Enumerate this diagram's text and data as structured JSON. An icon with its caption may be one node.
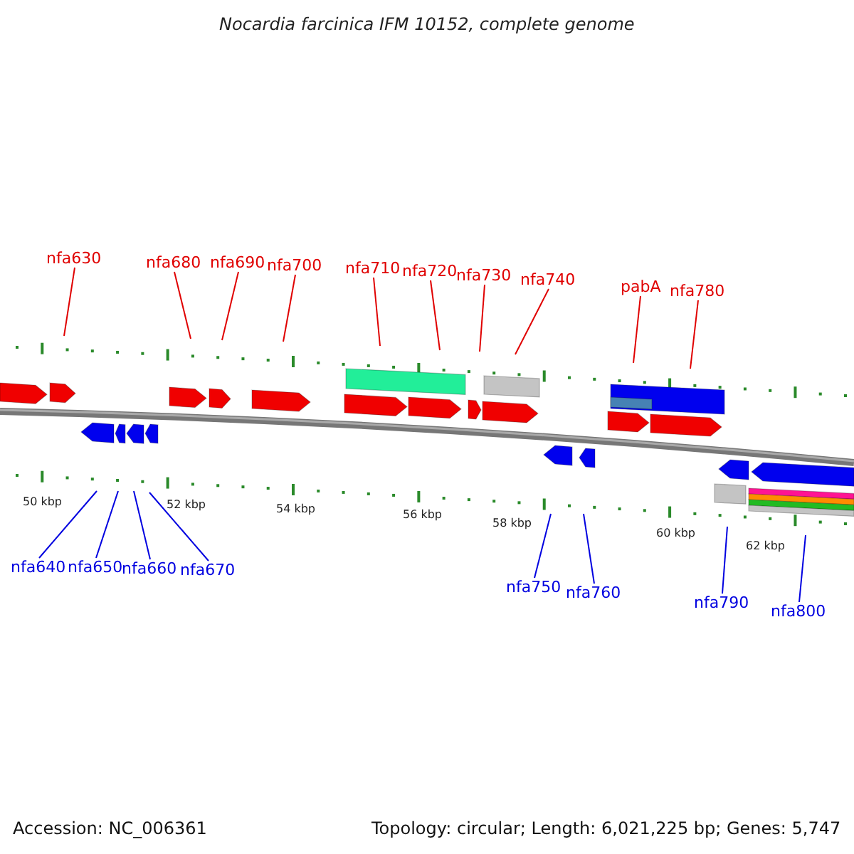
{
  "diagram": {
    "title": "Nocardia farcinica IFM 10152, complete genome",
    "nodes": [
      {
        "text": [
          "nfa630"
        ]
      },
      {
        "text": [
          "nfa680"
        ]
      },
      {
        "text": [
          "nfa690"
        ]
      },
      {
        "text": [
          "nfa700"
        ]
      },
      {
        "text": [
          "nfa710"
        ]
      },
      {
        "text": [
          "nfa720"
        ]
      },
      {
        "text": [
          "nfa730"
        ]
      },
      {
        "text": [
          "nfa740"
        ]
      },
      {
        "text": [
          "pabA"
        ]
      },
      {
        "text": [
          "nfa780"
        ]
      },
      {
        "text": [
          "nfa640"
        ]
      },
      {
        "text": [
          "nfa650"
        ]
      },
      {
        "text": [
          "nfa660"
        ]
      },
      {
        "text": [
          "nfa670"
        ]
      },
      {
        "text": [
          "nfa750"
        ]
      },
      {
        "text": [
          "nfa760"
        ]
      },
      {
        "text": [
          "nfa790"
        ]
      },
      {
        "text": [
          "nfa800"
        ]
      }
    ],
    "edges": [
      {
        "from": 0,
        "to": null,
        "arrow": "none"
      },
      {
        "from": 1,
        "to": null,
        "arrow": "none"
      },
      {
        "from": 2,
        "to": null,
        "arrow": "none"
      },
      {
        "from": 3,
        "to": null,
        "arrow": "none"
      },
      {
        "from": 4,
        "to": null,
        "arrow": "none"
      },
      {
        "from": 5,
        "to": null,
        "arrow": "none"
      },
      {
        "from": 6,
        "to": null,
        "arrow": "none"
      },
      {
        "from": 7,
        "to": null,
        "arrow": "none"
      },
      {
        "from": 8,
        "to": null,
        "arrow": "none"
      },
      {
        "from": 9,
        "to": null,
        "arrow": "none"
      },
      {
        "from": 10,
        "to": null,
        "arrow": "none",
        "color": "#0000e0"
      },
      {
        "from": 11,
        "to": null,
        "arrow": "none",
        "color": "#0000e0"
      },
      {
        "from": 12,
        "to": null,
        "arrow": "none",
        "color": "#0000e0"
      },
      {
        "from": 13,
        "to": null,
        "arrow": "none",
        "color": "#0000e0"
      },
      {
        "from": 14,
        "to": null,
        "arrow": "none",
        "color": "#0000e0"
      },
      {
        "from": 15,
        "to": null,
        "arrow": "none",
        "color": "#0000e0"
      },
      {
        "from": 16,
        "to": null,
        "arrow": "none",
        "color": "#0000e0"
      },
      {
        "from": 17,
        "to": null,
        "arrow": "none",
        "color": "#0000e0"
      }
    ],
    "labels": [
      "50 kbp",
      "52 kbp",
      "54 kbp",
      "56 kbp",
      "58 kbp",
      "60 kbp",
      "62 kbp",
      "Accession: NC_006361",
      "Topology: circular; Length: 6,021,225 bp; Genes: 5,747"
    ]
  }
}
